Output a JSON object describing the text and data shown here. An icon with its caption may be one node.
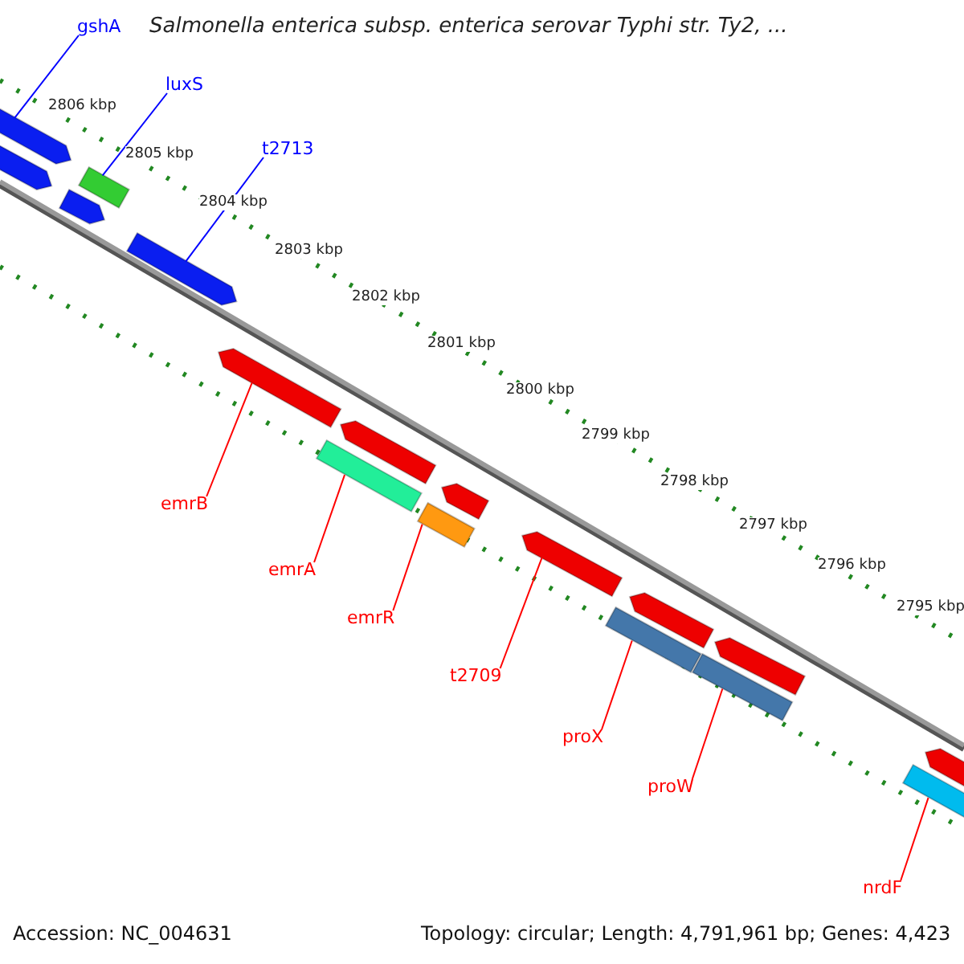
{
  "diagram": {
    "title": "Salmonella enterica subsp. enterica serovar Typhi str. Ty2, ...",
    "nodes": [
      {
        "text": [
          "gshA"
        ]
      },
      {
        "text": [
          "luxS"
        ]
      },
      {
        "text": [
          "t2713"
        ]
      },
      {
        "text": [],
        "shape": "arrow"
      },
      {
        "text": [],
        "shape": "arrow"
      },
      {
        "text": [],
        "shape": "bar"
      },
      {
        "text": [],
        "shape": "arrow"
      },
      {
        "text": [],
        "shape": "arrow"
      },
      {
        "text": [],
        "shape": "arrow"
      },
      {
        "text": [],
        "shape": "arrow"
      },
      {
        "text": [],
        "shape": "bar"
      },
      {
        "text": [],
        "shape": "arrow"
      },
      {
        "text": [],
        "shape": "bar"
      },
      {
        "text": [
          "emrB"
        ]
      },
      {
        "text": [],
        "shape": "arrow"
      },
      {
        "text": [
          "emrA"
        ]
      },
      {
        "text": [
          "emrR"
        ]
      },
      {
        "text": [],
        "shape": "arrow"
      },
      {
        "text": [],
        "shape": "bar"
      },
      {
        "text": [],
        "shape": "arrow"
      },
      {
        "text": [],
        "shape": "bar"
      },
      {
        "text": [
          "t2709"
        ]
      },
      {
        "text": [
          "proX"
        ]
      },
      {
        "text": [],
        "shape": "arrow"
      },
      {
        "text": [],
        "shape": "bar"
      },
      {
        "text": [
          "proW"
        ]
      },
      {
        "text": [
          "nrdF"
        ]
      }
    ],
    "edges": [
      {
        "from": 0,
        "to": 3,
        "arrow": "none",
        "color": "#0000ff"
      },
      {
        "from": 1,
        "to": 5,
        "arrow": "none",
        "color": "#0000ff"
      },
      {
        "from": 2,
        "to": 7,
        "arrow": "none",
        "color": "#0000ff"
      },
      {
        "from": 13,
        "to": 8,
        "arrow": "none"
      },
      {
        "from": 15,
        "to": 10,
        "arrow": "none"
      },
      {
        "from": 16,
        "to": 12,
        "arrow": "none"
      },
      {
        "from": 21,
        "to": 14,
        "arrow": "none"
      },
      {
        "from": 22,
        "to": 18,
        "arrow": "none"
      },
      {
        "from": 25,
        "to": 20,
        "arrow": "none"
      },
      {
        "from": 26,
        "to": 24,
        "arrow": "none"
      }
    ],
    "labels": [
      "2806 kbp",
      "2805 kbp",
      "2804 kbp",
      "2803 kbp",
      "2802 kbp",
      "2801 kbp",
      "2800 kbp",
      "2799 kbp",
      "2798 kbp",
      "2797 kbp",
      "2796 kbp",
      "2795 kbp",
      "Accession: NC_004631",
      "Topology: circular; Length: 4,791,961 bp; Genes: 4,423"
    ]
  }
}
